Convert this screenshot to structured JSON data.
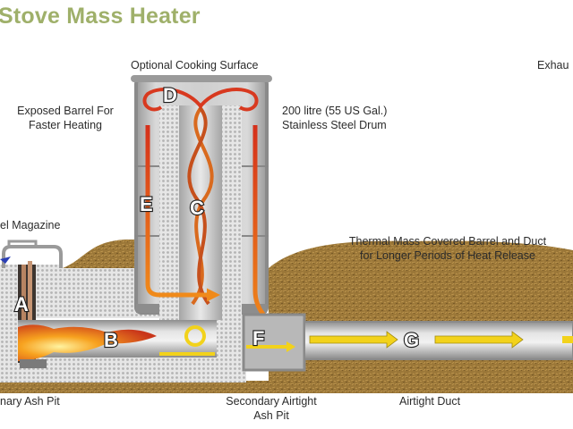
{
  "title": "Stove Mass Heater",
  "labels": {
    "cooking_surface": "Optional Cooking Surface",
    "exposed_barrel_line1": "Exposed Barrel For",
    "exposed_barrel_line2": "Faster Heating",
    "drum_line1": "200 litre (55 US Gal.)",
    "drum_line2": "Stainless Steel Drum",
    "exhaust": "Exhau",
    "fuel_magazine": "el Magazine",
    "thermal_mass_line1": "Thermal Mass Covered Barrel and Duct",
    "thermal_mass_line2": "for Longer Periods of Heat Release",
    "primary_ash_pit": "nary Ash Pit",
    "secondary_ash_pit_line1": "Secondary Airtight",
    "secondary_ash_pit_line2": "Ash Pit",
    "airtight_duct": "Airtight Duct"
  },
  "markers": [
    "A",
    "B",
    "C",
    "D",
    "E",
    "F",
    "G"
  ],
  "colors": {
    "title": "#9fb06a",
    "earth": "#9c7a3c",
    "metal": "#a9a9a9",
    "insulation": "#d9d9d9",
    "flame": "#f29a1e",
    "hot_flow": "#d8391f",
    "warm_flow": "#f08a1a",
    "exhaust_flow": "#f2d21b",
    "air_inlet": "#2b3fb5"
  }
}
